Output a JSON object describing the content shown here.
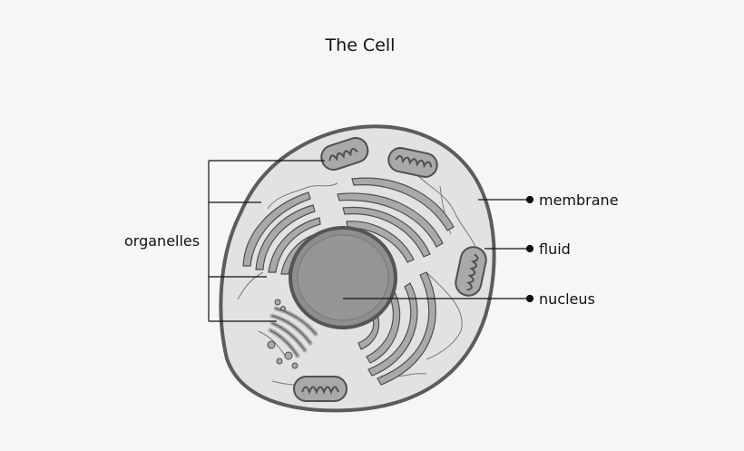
{
  "diagram": {
    "title": "The Cell",
    "labels": {
      "organelles": "organelles",
      "membrane": "membrane",
      "fluid": "fluid",
      "nucleus": "nucleus"
    }
  },
  "colors": {
    "background": "#f6f6f6",
    "cell_fill": "#e2e2e2",
    "membrane_stroke": "#5c5c5c",
    "organelle_fill": "#a9a9a9",
    "nucleus_fill": "#8e8e8e",
    "line": "#111111"
  }
}
